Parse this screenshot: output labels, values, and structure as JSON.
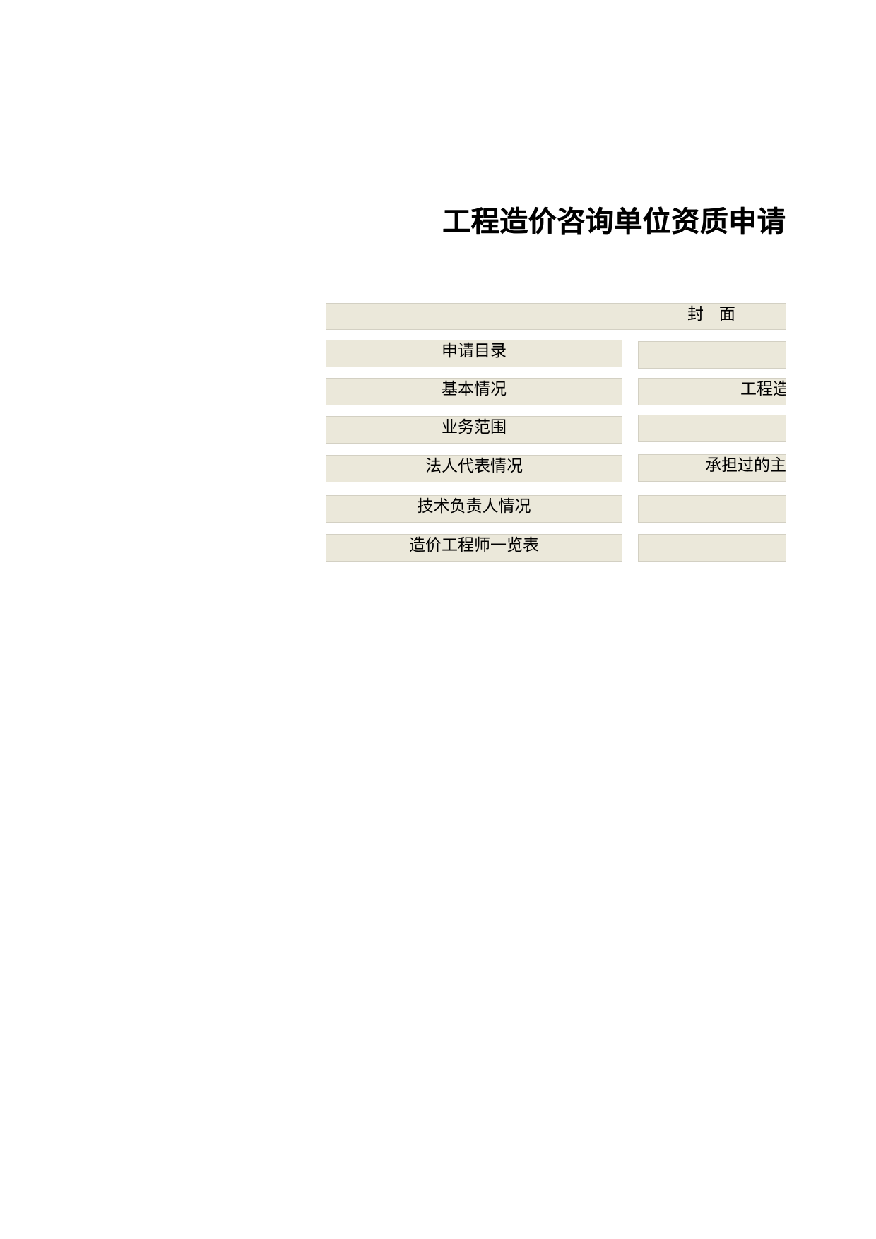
{
  "document": {
    "title": "工程造价咨询单位资质申请",
    "cover_label": "封   面",
    "left_items": [
      "申请目录",
      "基本情况",
      "业务范围",
      "法人代表情况",
      "技术负责人情况",
      "造价工程师一览表"
    ],
    "right_items": [
      "",
      "工程造",
      "",
      "承担过的主",
      "",
      ""
    ]
  }
}
